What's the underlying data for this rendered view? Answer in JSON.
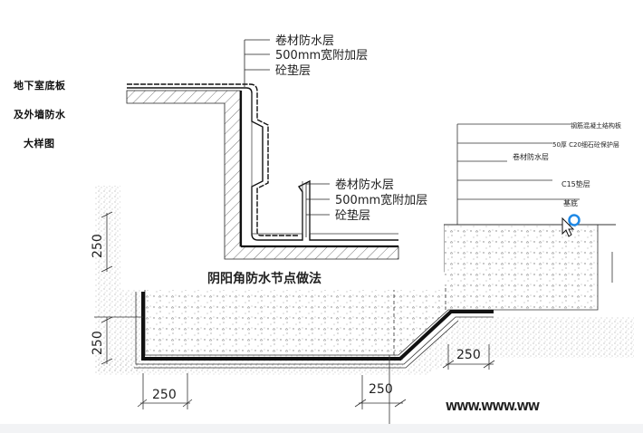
{
  "side_title": {
    "line1": "地下室底板",
    "line2": "及外墙防水",
    "line3": "大样图"
  },
  "inset": {
    "caption": "阴阳角防水节点做法",
    "upper_labels": [
      "卷材防水层",
      "500mm宽附加层",
      "砼垫层"
    ],
    "lower_labels": [
      "卷材防水层",
      "500mm宽附加层",
      "砼垫层"
    ]
  },
  "right_labels": {
    "l1": "钢筋混凝土结构板",
    "l2": "50厚 C20细石砼保护层",
    "l3": "卷材防水层",
    "l4": "C15垫层",
    "l5": "基底"
  },
  "dimensions": {
    "left_vertical_upper": "250",
    "left_vertical_lower": "250",
    "bottom_left": "250",
    "bottom_mid": "250",
    "right_step": "250"
  },
  "watermark": "WWW.WWW.WW",
  "colors": {
    "membrane": "#111111",
    "line": "#222222",
    "cursor_ring": "#1e88e5"
  },
  "icons": {
    "cursor": "arrow-cursor-icon",
    "ring": "circle-cursor-icon"
  }
}
